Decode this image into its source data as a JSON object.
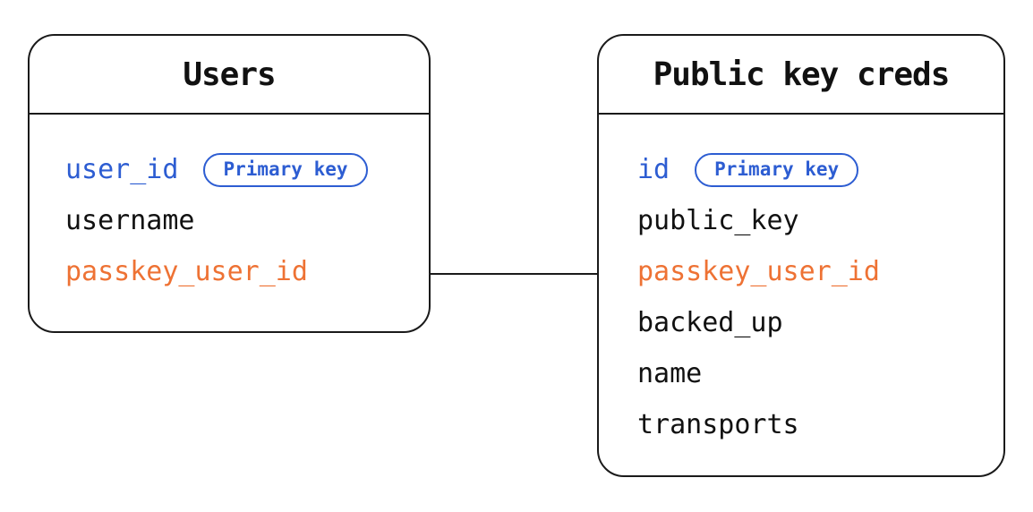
{
  "colors": {
    "primary_key_blue": "#2d5dd2",
    "foreign_key_orange": "#ee7234",
    "line_black": "#1a1a1a"
  },
  "tables": [
    {
      "title": "Users",
      "fields": [
        {
          "name": "user_id",
          "emphasis": "blue",
          "badge": "Primary key"
        },
        {
          "name": "username",
          "emphasis": "none"
        },
        {
          "name": "passkey_user_id",
          "emphasis": "orange"
        }
      ]
    },
    {
      "title": "Public key creds",
      "fields": [
        {
          "name": "id",
          "emphasis": "blue",
          "badge": "Primary key"
        },
        {
          "name": "public_key",
          "emphasis": "none"
        },
        {
          "name": "passkey_user_id",
          "emphasis": "orange"
        },
        {
          "name": "backed_up",
          "emphasis": "none"
        },
        {
          "name": "name",
          "emphasis": "none"
        },
        {
          "name": "transports",
          "emphasis": "none"
        }
      ]
    }
  ],
  "relation": {
    "type": "line",
    "from_table": "Users",
    "from_field": "passkey_user_id",
    "to_table": "Public key creds",
    "to_field": "passkey_user_id"
  }
}
